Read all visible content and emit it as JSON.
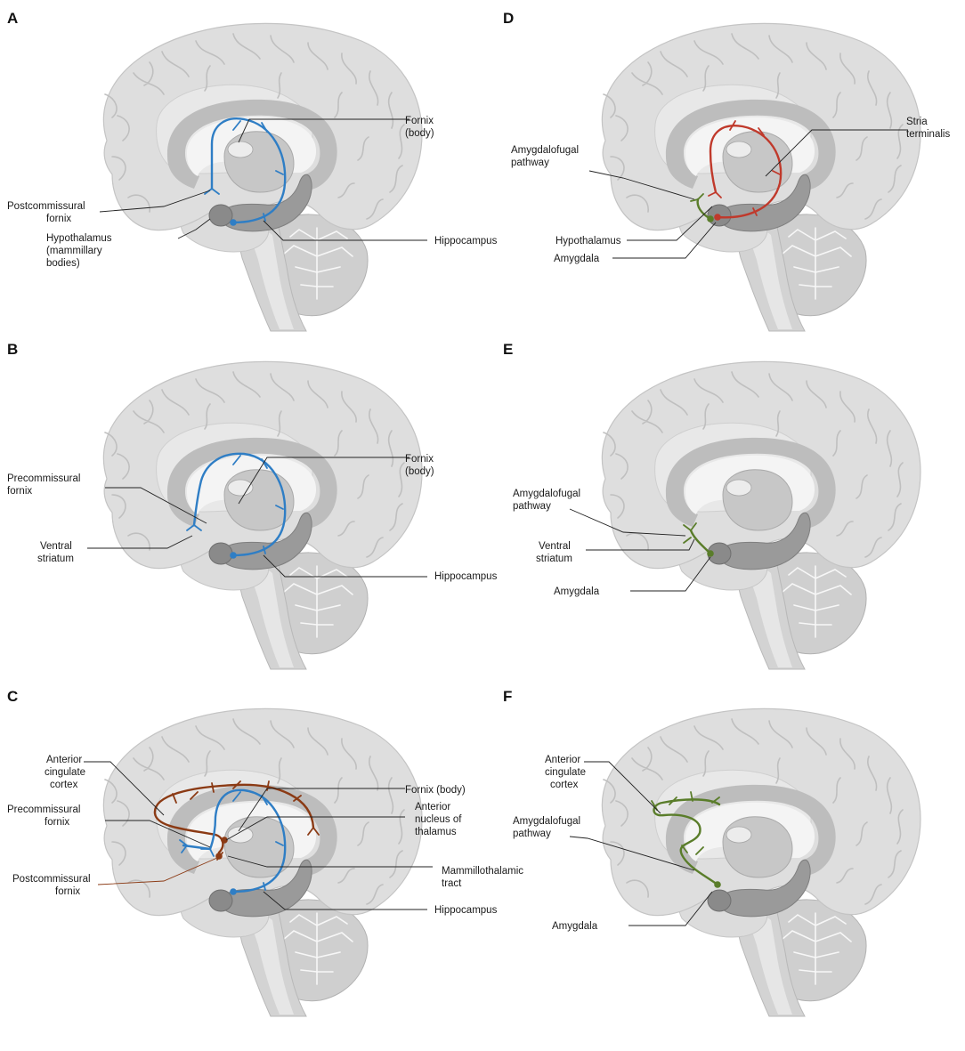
{
  "colors": {
    "fornix": "#2f7ec5",
    "stria": "#c0392b",
    "amygdalofugal": "#5a7d2a",
    "cingulate": "#8b3a14"
  },
  "panels": [
    {
      "id": "A",
      "letter": "A",
      "labels": [
        {
          "key": "fornix_body",
          "lines": [
            "Fornix",
            "(body)"
          ]
        },
        {
          "key": "postcommissural",
          "lines": [
            "Postcommissural",
            "fornix"
          ]
        },
        {
          "key": "hypothalamus",
          "lines": [
            "Hypothalamus",
            "(mammillary",
            "bodies)"
          ]
        },
        {
          "key": "hippocampus",
          "lines": [
            "Hippocampus"
          ]
        }
      ]
    },
    {
      "id": "B",
      "letter": "B",
      "labels": [
        {
          "key": "fornix_body",
          "lines": [
            "Fornix",
            "(body)"
          ]
        },
        {
          "key": "precommissural",
          "lines": [
            "Precommissural",
            "fornix"
          ]
        },
        {
          "key": "ventral_striatum",
          "lines": [
            "Ventral",
            "striatum"
          ]
        },
        {
          "key": "hippocampus",
          "lines": [
            "Hippocampus"
          ]
        }
      ]
    },
    {
      "id": "C",
      "letter": "C",
      "labels": [
        {
          "key": "anterior_cingulate",
          "lines": [
            "Anterior",
            "cingulate",
            "cortex"
          ]
        },
        {
          "key": "precommissural",
          "lines": [
            "Precommissural",
            "fornix"
          ]
        },
        {
          "key": "postcommissural",
          "lines": [
            "Postcommissural",
            "fornix"
          ]
        },
        {
          "key": "fornix_body",
          "lines": [
            "Fornix (body)"
          ]
        },
        {
          "key": "anterior_nucleus",
          "lines": [
            "Anterior",
            "nucleus of",
            "thalamus"
          ]
        },
        {
          "key": "mammillothalamic",
          "lines": [
            "Mammillothalamic",
            "tract"
          ]
        },
        {
          "key": "hippocampus",
          "lines": [
            "Hippocampus"
          ]
        }
      ]
    },
    {
      "id": "D",
      "letter": "D",
      "labels": [
        {
          "key": "amygdalofugal",
          "lines": [
            "Amygdalofugal",
            "pathway"
          ]
        },
        {
          "key": "stria",
          "lines": [
            "Stria",
            "terminalis"
          ]
        },
        {
          "key": "hypothalamus",
          "lines": [
            "Hypothalamus"
          ]
        },
        {
          "key": "amygdala",
          "lines": [
            "Amygdala"
          ]
        }
      ]
    },
    {
      "id": "E",
      "letter": "E",
      "labels": [
        {
          "key": "amygdalofugal",
          "lines": [
            "Amygdalofugal",
            "pathway"
          ]
        },
        {
          "key": "ventral_striatum",
          "lines": [
            "Ventral",
            "striatum"
          ]
        },
        {
          "key": "amygdala",
          "lines": [
            "Amygdala"
          ]
        }
      ]
    },
    {
      "id": "F",
      "letter": "F",
      "labels": [
        {
          "key": "anterior_cingulate",
          "lines": [
            "Anterior",
            "cingulate",
            "cortex"
          ]
        },
        {
          "key": "amygdalofugal",
          "lines": [
            "Amygdalofugal",
            "pathway"
          ]
        },
        {
          "key": "amygdala",
          "lines": [
            "Amygdala"
          ]
        }
      ]
    }
  ]
}
